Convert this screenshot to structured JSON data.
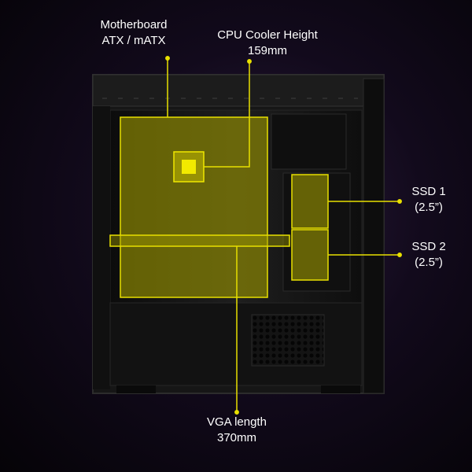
{
  "colors": {
    "accent": "#e8e000",
    "highlight_fill": "#9a9400",
    "case_metal": "#1b1b1b",
    "background": "#120a1c"
  },
  "callouts": {
    "motherboard": {
      "line1": "Motherboard",
      "line2": "ATX / mATX"
    },
    "cpu_cooler": {
      "line1": "CPU Cooler Height",
      "line2": "159mm"
    },
    "ssd1": {
      "line1": "SSD 1",
      "line2": "(2.5”)"
    },
    "ssd2": {
      "line1": "SSD 2",
      "line2": "(2.5”)"
    },
    "vga": {
      "line1": "VGA length",
      "line2": "370mm"
    }
  }
}
